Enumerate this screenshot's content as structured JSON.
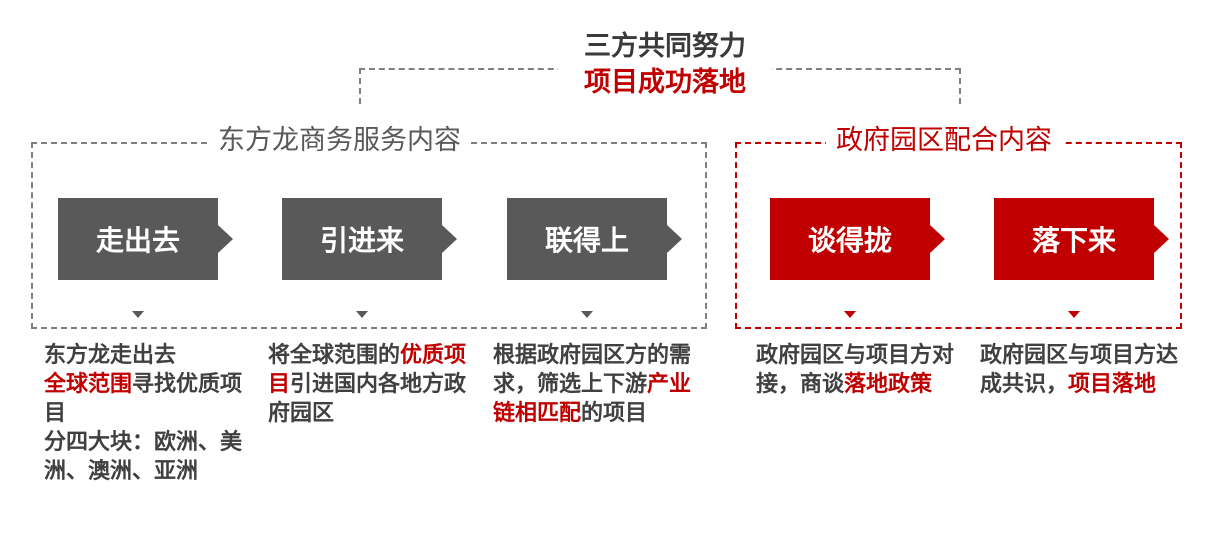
{
  "header": {
    "line1": "三方共同努力",
    "line2": "项目成功落地"
  },
  "groups": [
    {
      "title": "东方龙商务服务内容"
    },
    {
      "title": "政府园区配合内容"
    }
  ],
  "steps": [
    {
      "label": "走出去",
      "desc": [
        {
          "t": "东方龙走出去\n"
        },
        {
          "t": "全球范围",
          "hl": true
        },
        {
          "t": "寻找优质项目\n分四大块：欧洲、美洲、澳洲、亚洲"
        }
      ]
    },
    {
      "label": "引进来",
      "desc": [
        {
          "t": "将全球范围的"
        },
        {
          "t": "优质项目",
          "hl": true
        },
        {
          "t": "引进国内各地方政府园区"
        }
      ]
    },
    {
      "label": "联得上",
      "desc": [
        {
          "t": "根据政府园区方的需求，筛选上下游"
        },
        {
          "t": "产业链相匹配",
          "hl": true
        },
        {
          "t": "的项目"
        }
      ]
    },
    {
      "label": "谈得拢",
      "desc": [
        {
          "t": "政府园区与项目方对接，商谈"
        },
        {
          "t": "落地政策",
          "hl": true
        }
      ]
    },
    {
      "label": "落下来",
      "desc": [
        {
          "t": "政府园区与项目方达成共识，"
        },
        {
          "t": "项目落地",
          "hl": true
        }
      ]
    }
  ],
  "colors": {
    "accent": "#c00000",
    "gray": "#595959",
    "text": "#404040"
  }
}
